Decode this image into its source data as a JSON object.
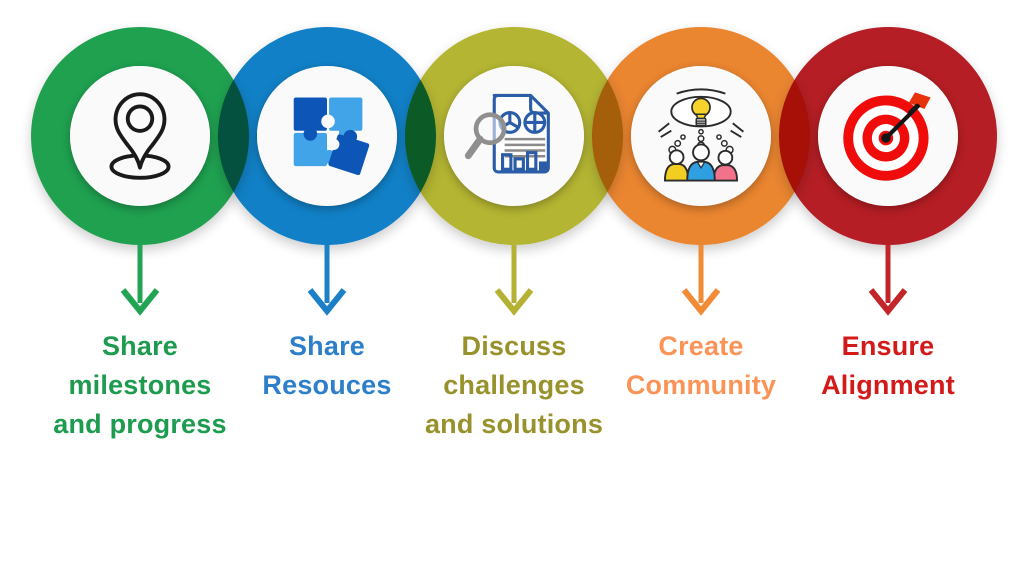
{
  "diagram": {
    "background": "#ffffff",
    "steps": [
      {
        "name": "share-milestones",
        "icon": "location-pin-icon",
        "ring_color": "#1FA150",
        "arrow_color": "#23A455",
        "text_color": "#1D9B4E",
        "lines": [
          "Share",
          "milestones",
          "and progress"
        ]
      },
      {
        "name": "share-resources",
        "icon": "puzzle-pieces-icon",
        "ring_color": "#1180C6",
        "arrow_color": "#1B80C7",
        "text_color": "#2E7FC9",
        "lines": [
          "Share",
          "Resouces"
        ]
      },
      {
        "name": "discuss-challenges",
        "icon": "report-analysis-icon",
        "ring_color": "#B4B532",
        "arrow_color": "#B5B233",
        "text_color": "#97922B",
        "lines": [
          "Discuss",
          "challenges",
          "and solutions"
        ]
      },
      {
        "name": "create-community",
        "icon": "brainstorm-people-icon",
        "ring_color": "#EA8530",
        "arrow_color": "#F28B36",
        "text_color": "#FB9357",
        "lines": [
          "Create",
          "Community"
        ]
      },
      {
        "name": "ensure-alignment",
        "icon": "target-arrow-icon",
        "ring_color": "#B51E24",
        "arrow_color": "#C2252A",
        "text_color": "#D31A18",
        "lines": [
          "Ensure",
          "Alignment"
        ]
      }
    ],
    "icon_palette": {
      "pin_outline": "#1A1A1A",
      "puzzle_dark": "#0D56B8",
      "puzzle_light": "#41A3E8",
      "doc_outline": "#2B5CA8",
      "doc_lines_gray": "#8A8A8A",
      "magnifier_gray": "#8F8F8F",
      "sketch_outline": "#2B2B2B",
      "bulb_yellow": "#F5D32B",
      "bulb_base": "#E4E4E4",
      "person_yellow": "#F2CE22",
      "person_blue": "#2E9FE0",
      "person_pink": "#F2728C",
      "bullseye_red": "#F10C0C",
      "bullseye_white": "#FFFFFF",
      "dart_black": "#151515",
      "fletching_red": "#E8320C",
      "badge_bg": "#FAFAFB"
    }
  }
}
